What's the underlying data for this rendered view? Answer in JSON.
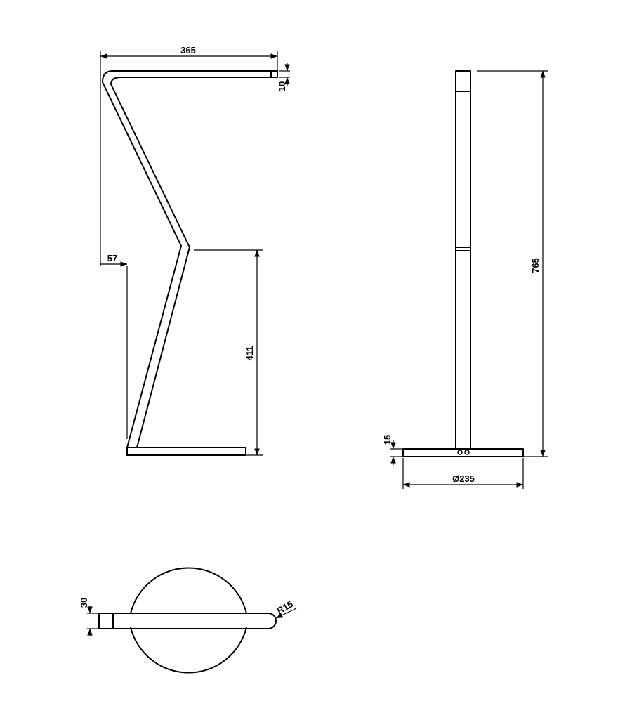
{
  "dimensions": {
    "top_width": "365",
    "top_thickness": "10",
    "inset": "57",
    "lower_height": "411",
    "total_height": "765",
    "base_thickness": "15",
    "base_diameter": "Ø235",
    "bar_width": "30",
    "end_radius": "R15"
  },
  "colors": {
    "line": "#000000",
    "background": "#ffffff"
  }
}
